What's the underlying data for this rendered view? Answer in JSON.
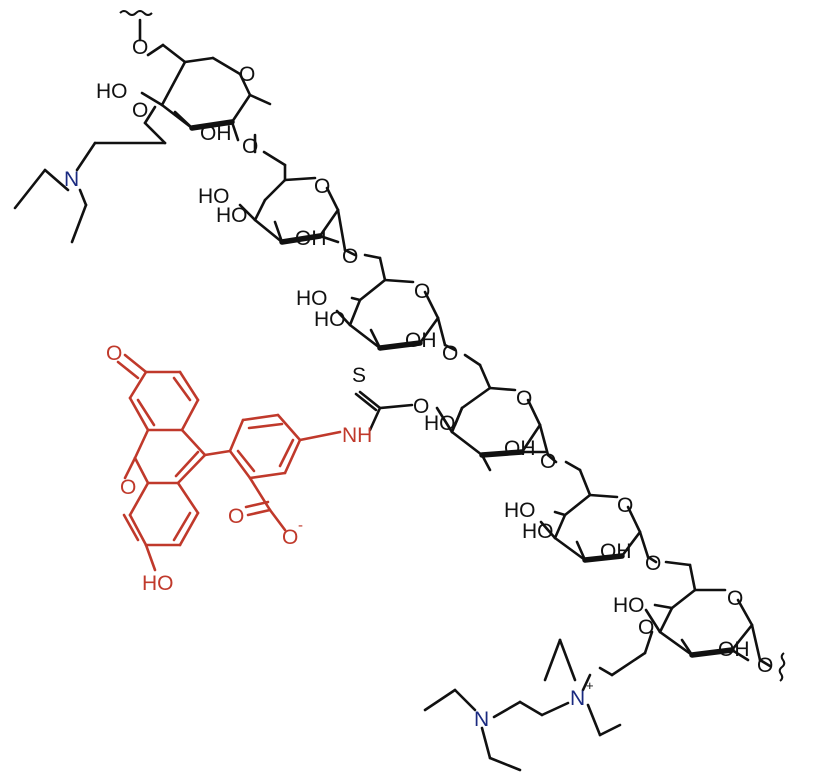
{
  "labels": {
    "o": "O",
    "oh": "OH",
    "ho": "HO",
    "n": "N",
    "nh": "NH",
    "s": "S",
    "plus": "+",
    "minus": "-"
  },
  "colors": {
    "backbone": "#111111",
    "fluorescein": "#c0392b",
    "nitrogen": "#1a2a80"
  }
}
